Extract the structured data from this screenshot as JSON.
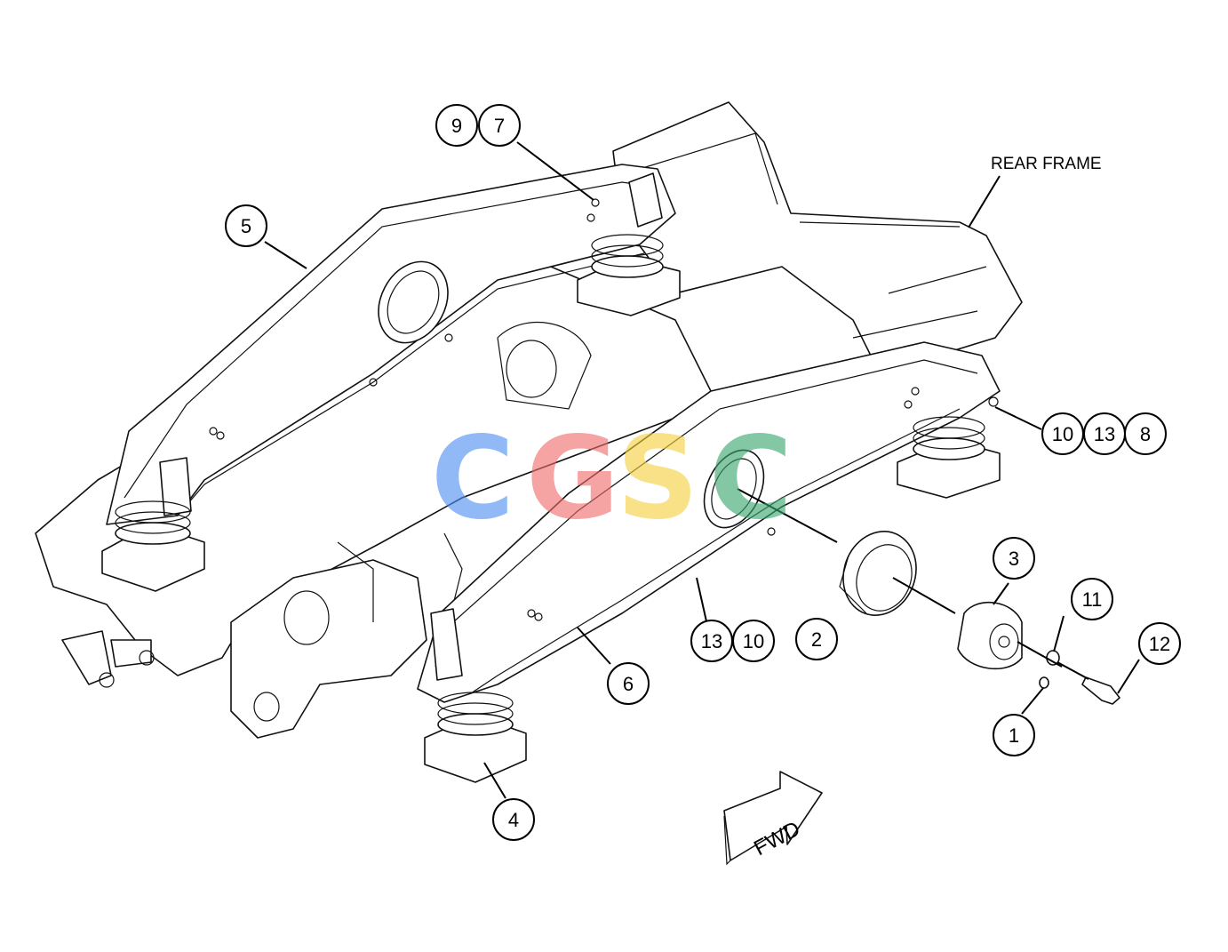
{
  "frame_label": "REAR FRAME",
  "direction_label": "FWD",
  "watermark": {
    "letters": [
      "C",
      "G",
      "S",
      "C"
    ],
    "colors": [
      "#4d8ff0",
      "#ef6c6c",
      "#f4d03f",
      "#3aa56e"
    ]
  },
  "callouts": [
    "9",
    "7",
    "5",
    "10",
    "13",
    "8",
    "3",
    "11",
    "12",
    "2",
    "13",
    "10",
    "6",
    "1",
    "4"
  ]
}
